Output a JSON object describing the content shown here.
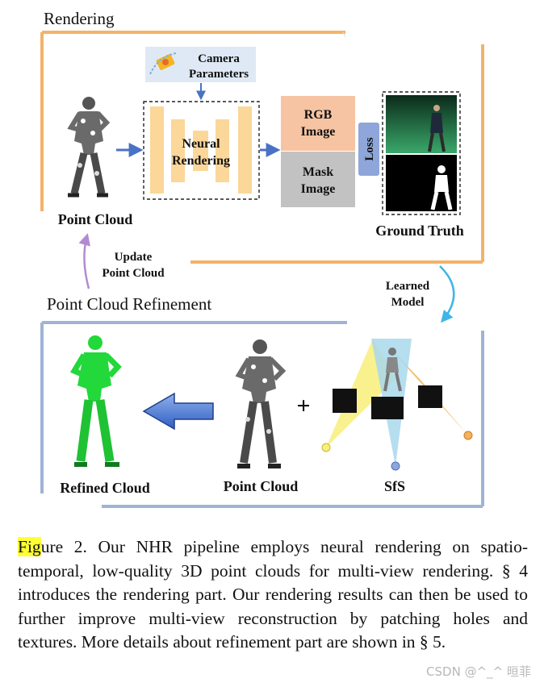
{
  "figure": {
    "sections": {
      "rendering": "Rendering",
      "refinement": "Point Cloud Refinement"
    },
    "labels": {
      "camera_line1": "Camera",
      "camera_line2": "Parameters",
      "neural_line1": "Neural",
      "neural_line2": "Rendering",
      "rgb_line1": "RGB",
      "rgb_line2": "Image",
      "mask_line1": "Mask",
      "mask_line2": "Image",
      "loss": "Loss",
      "point_cloud_top": "Point Cloud",
      "ground_truth": "Ground Truth",
      "update_line1": "Update",
      "update_line2": "Point Cloud",
      "learned_line1": "Learned",
      "learned_line2": "Model",
      "refined_cloud": "Refined Cloud",
      "point_cloud_bottom": "Point Cloud",
      "sfs": "SfS",
      "plus": "+"
    },
    "colors": {
      "orange_frame": "#f2b36a",
      "blue_frame": "#9fb3d6",
      "unet_block": "#fbd79a",
      "rgb_box": "#f6c4a3",
      "mask_box": "#c2c2c2",
      "loss_box": "#8ea6d9",
      "arrow_blue": "#4a72c4",
      "refined_green": "#22d83a"
    }
  },
  "caption": {
    "highlight": "Fig",
    "text": "ure 2. Our NHR pipeline employs neural rendering on spatio-temporal, low-quality 3D point clouds for multi-view rendering. § 4 introduces the rendering part. Our rendering results can then be used to further improve multi-view reconstruction by patching holes and textures. More details about refinement part are shown in § 5."
  },
  "watermark": "CSDN @^_^ 晅菲"
}
